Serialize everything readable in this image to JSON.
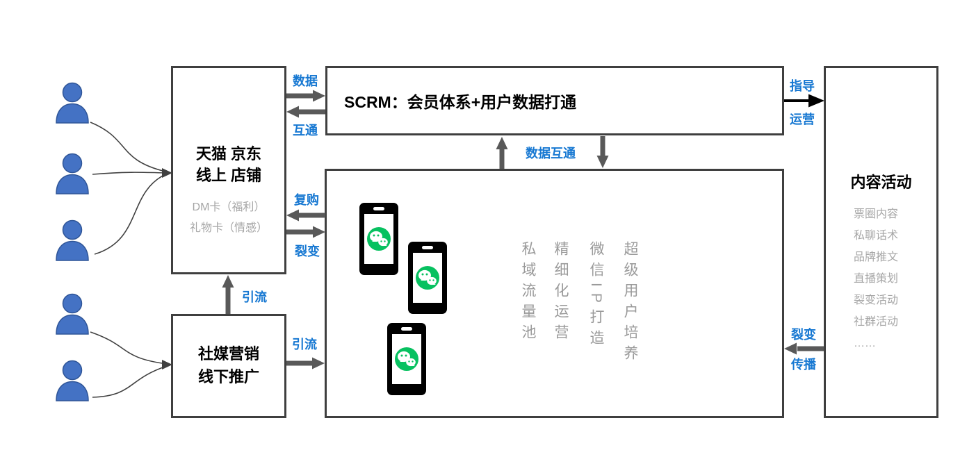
{
  "boxes": {
    "tianmao": {
      "title_line1": "天猫 京东",
      "title_line2": "线上 店铺",
      "item1": "DM卡（福利）",
      "item2": "礼物卡（情感）"
    },
    "scrm": {
      "title": "SCRM：会员体系+用户数据打通"
    },
    "private_pool": {
      "columns": [
        "私域流量池",
        "精细化运营",
        "微信IP打造",
        "超级用户培养"
      ]
    },
    "shemei": {
      "title_line1": "社媒营销",
      "title_line2": "线下推广"
    },
    "content": {
      "title": "内容活动",
      "items": [
        "票圈内容",
        "私聊话术",
        "品牌推文",
        "直播策划",
        "裂变活动",
        "社群活动",
        "……"
      ]
    }
  },
  "arrow_labels": {
    "shuju": "数据",
    "hutong": "互通",
    "fugou": "复购",
    "liebian_left": "裂变",
    "yinliu_up": "引流",
    "yinliu_right": "引流",
    "shuju_hutong": "数据互通",
    "zhidao": "指导",
    "yunying": "运营",
    "liebian_right": "裂变",
    "chuanbo": "传播"
  },
  "icons": {
    "user": "user-silhouette-icon",
    "phone": "smartphone-icon",
    "wechat": "wechat-logo-icon"
  },
  "colors": {
    "accent_blue": "#1778d2",
    "arrow_gray": "#595959",
    "border_gray": "#3f3f3f",
    "muted_gray": "#a6a6a6",
    "vertical_text_gray": "#9a9a9a",
    "person_blue": "#4472c4",
    "person_outline_blue": "#2f5597",
    "wechat_green": "#07c160",
    "black": "#000000"
  }
}
